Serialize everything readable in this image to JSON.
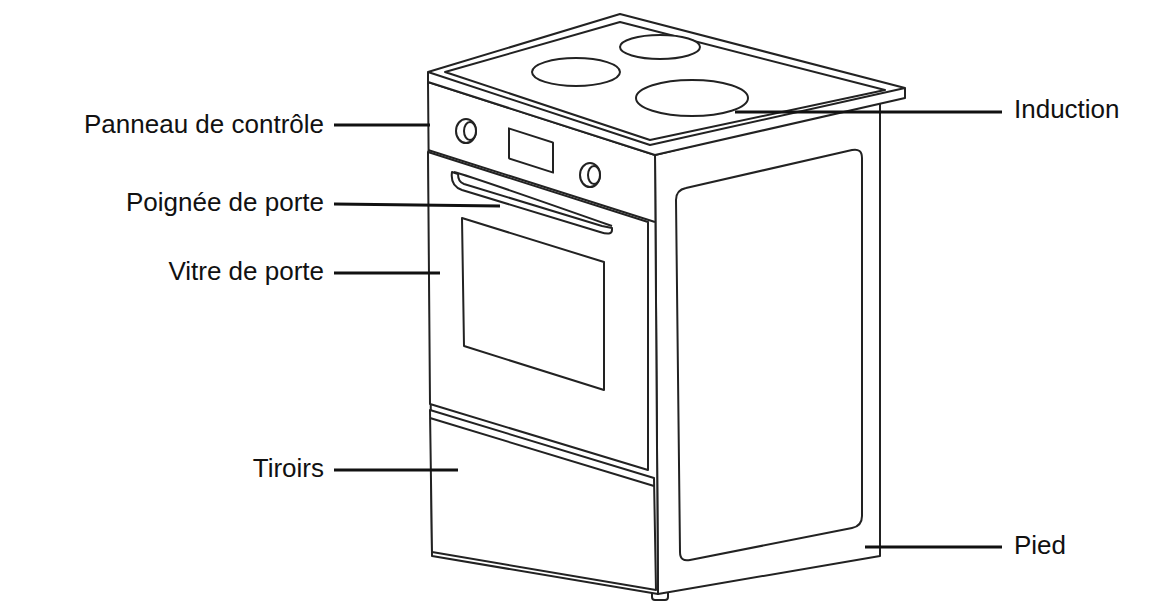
{
  "diagram": {
    "labels": [
      "Panneau de contrôle",
      "Induction",
      "Poignée de porte",
      "Vitre de porte",
      "Tiroirs",
      "Pied"
    ]
  }
}
